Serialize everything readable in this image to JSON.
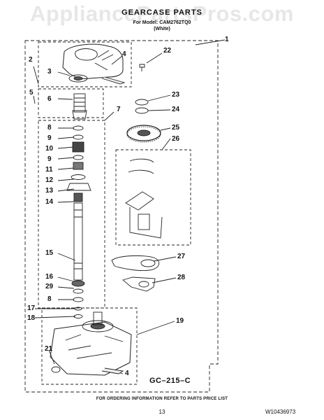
{
  "watermark": "AppliancePartsPros.com",
  "header": {
    "title": "GEARCASE PARTS",
    "model_line": "For Model: CAM2762TQ0",
    "color_line": "(White)"
  },
  "callouts": [
    {
      "id": "c1",
      "label": "1"
    },
    {
      "id": "c2",
      "label": "2"
    },
    {
      "id": "c3",
      "label": "3"
    },
    {
      "id": "c4a",
      "label": "4"
    },
    {
      "id": "c22",
      "label": "22"
    },
    {
      "id": "c5",
      "label": "5"
    },
    {
      "id": "c6",
      "label": "6"
    },
    {
      "id": "c7",
      "label": "7"
    },
    {
      "id": "c8a",
      "label": "8"
    },
    {
      "id": "c9a",
      "label": "9"
    },
    {
      "id": "c10",
      "label": "10"
    },
    {
      "id": "c9b",
      "label": "9"
    },
    {
      "id": "c11",
      "label": "11"
    },
    {
      "id": "c12",
      "label": "12"
    },
    {
      "id": "c13",
      "label": "13"
    },
    {
      "id": "c14",
      "label": "14"
    },
    {
      "id": "c15",
      "label": "15"
    },
    {
      "id": "c16",
      "label": "16"
    },
    {
      "id": "c29",
      "label": "29"
    },
    {
      "id": "c8b",
      "label": "8"
    },
    {
      "id": "c17",
      "label": "17"
    },
    {
      "id": "c18",
      "label": "18"
    },
    {
      "id": "c21",
      "label": "21"
    },
    {
      "id": "c23",
      "label": "23"
    },
    {
      "id": "c24",
      "label": "24"
    },
    {
      "id": "c25",
      "label": "25"
    },
    {
      "id": "c26",
      "label": "26"
    },
    {
      "id": "c27",
      "label": "27"
    },
    {
      "id": "c28",
      "label": "28"
    },
    {
      "id": "c19",
      "label": "19"
    },
    {
      "id": "c4b",
      "label": "4"
    }
  ],
  "diagram_code": "GC–215–C",
  "footer": {
    "instruction": "FOR ORDERING INFORMATION REFER TO PARTS PRICE LIST",
    "page_number": "13",
    "document_number": "W10436973"
  }
}
